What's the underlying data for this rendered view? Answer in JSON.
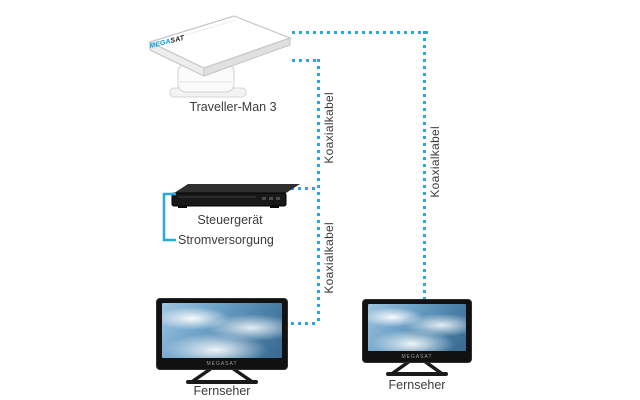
{
  "diagram": {
    "antenna": {
      "label": "Traveller-Man 3",
      "logo_mega": "MEGA",
      "logo_sat": "SAT"
    },
    "control_unit": {
      "label": "Steuergerät"
    },
    "power": {
      "label": "Stromversorgung"
    },
    "tvs": [
      {
        "label": "Fernseher",
        "brand": "MEGASAT"
      },
      {
        "label": "Fernseher",
        "brand": "MEGASAT"
      }
    ],
    "cable_labels": [
      "Koaxialkabel",
      "Koaxialkabel",
      "Koaxialkabel"
    ],
    "colors": {
      "cable": "#29A8E0",
      "text": "#3C3C3B"
    }
  }
}
